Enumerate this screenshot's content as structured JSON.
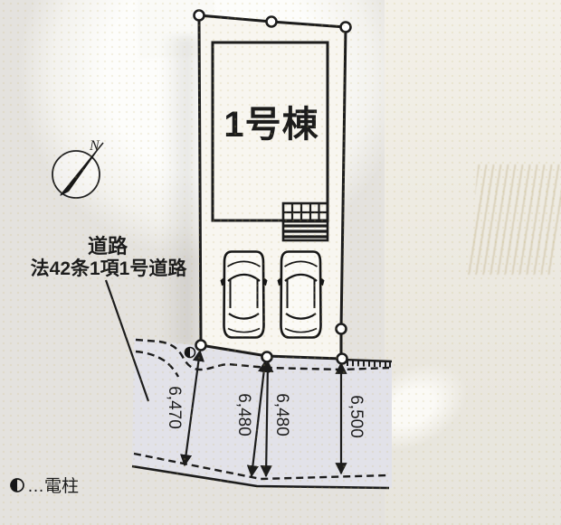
{
  "plan": {
    "building": {
      "label": "1号棟"
    },
    "compass": {
      "north_label": "N"
    },
    "road": {
      "label_line1": "道路",
      "label_line2": "法42条1項1号道路"
    },
    "measurements": [
      "6,470",
      "6,480",
      "6,480",
      "6,500"
    ],
    "legend": {
      "symbol": "utility-pole",
      "label": "…電柱"
    },
    "colors": {
      "ink": "#1c1c1c",
      "plot_fill": "#f8f6f0",
      "road_fill": "#e2e2e9",
      "background": "#e4e2de"
    }
  }
}
